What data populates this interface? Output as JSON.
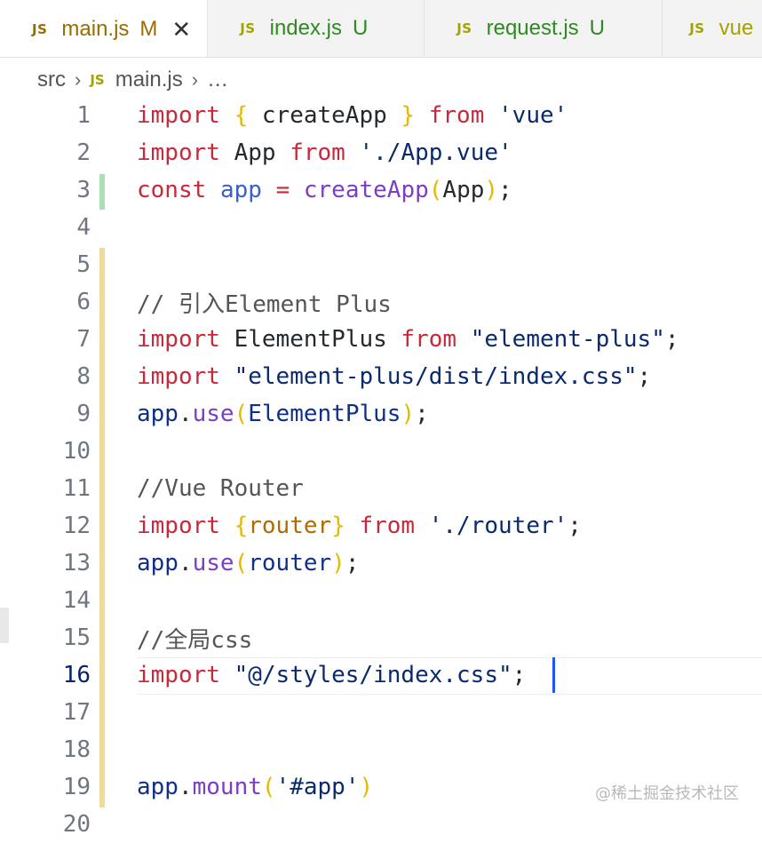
{
  "tabs": [
    {
      "badge": "JS",
      "name": "main.js",
      "status": "M",
      "close": "✕",
      "state": "modified",
      "active": true
    },
    {
      "badge": "JS",
      "name": "index.js",
      "status": "U",
      "state": "untracked"
    },
    {
      "badge": "JS",
      "name": "request.js",
      "status": "U",
      "state": "untracked"
    },
    {
      "badge": "JS",
      "name": "vue",
      "status": "",
      "state": "untracked"
    }
  ],
  "breadcrumb": {
    "folder": "src",
    "badge": "JS",
    "file": "main.js",
    "more": "…"
  },
  "editor": {
    "current_line": 16,
    "lines": [
      {
        "n": "1"
      },
      {
        "n": "2"
      },
      {
        "n": "3"
      },
      {
        "n": "4"
      },
      {
        "n": "5"
      },
      {
        "n": "6"
      },
      {
        "n": "7"
      },
      {
        "n": "8"
      },
      {
        "n": "9"
      },
      {
        "n": "10"
      },
      {
        "n": "11"
      },
      {
        "n": "12"
      },
      {
        "n": "13"
      },
      {
        "n": "14"
      },
      {
        "n": "15"
      },
      {
        "n": "16"
      },
      {
        "n": "17"
      },
      {
        "n": "18"
      },
      {
        "n": "19"
      },
      {
        "n": "20"
      }
    ],
    "code": {
      "l1": [
        "import",
        " ",
        "{",
        " createApp ",
        "}",
        " ",
        "from",
        " ",
        "'vue'"
      ],
      "l2": [
        "import",
        " App ",
        "from",
        " ",
        "'./App.vue'"
      ],
      "l3": [
        "const",
        " ",
        "app",
        " ",
        "=",
        " ",
        "createApp",
        "(",
        "App",
        ")",
        ";"
      ],
      "l6": [
        "// 引入Element Plus"
      ],
      "l7": [
        "import",
        " ElementPlus ",
        "from",
        " ",
        "\"element-plus\"",
        ";"
      ],
      "l8": [
        "import",
        " ",
        "\"element-plus/dist/index.css\"",
        ";"
      ],
      "l9": [
        "app",
        ".",
        "use",
        "(",
        "ElementPlus",
        ")",
        ";"
      ],
      "l11": [
        "//Vue Router"
      ],
      "l12": [
        "import",
        " ",
        "{",
        "router",
        "}",
        " ",
        "from",
        " ",
        "'./router'",
        ";"
      ],
      "l13": [
        "app",
        ".",
        "use",
        "(",
        "router",
        ")",
        ";"
      ],
      "l15": [
        "//全局css"
      ],
      "l16": [
        "import",
        " ",
        "\"@/styles/index.css\"",
        ";"
      ],
      "l19": [
        "app",
        ".",
        "mount",
        "(",
        "'#app'",
        ")"
      ]
    }
  },
  "watermark": "@稀土掘金技术社区",
  "colors": {
    "keyword": "#c9283b",
    "string": "#0a2a6e",
    "variable": "#3a5fc8",
    "function": "#7a3fc4",
    "brace": "#e6b800",
    "comment": "#555555",
    "diff_added": "#a8e0b3",
    "diff_modified": "#f0dc9a",
    "caret": "#1a56ff"
  }
}
